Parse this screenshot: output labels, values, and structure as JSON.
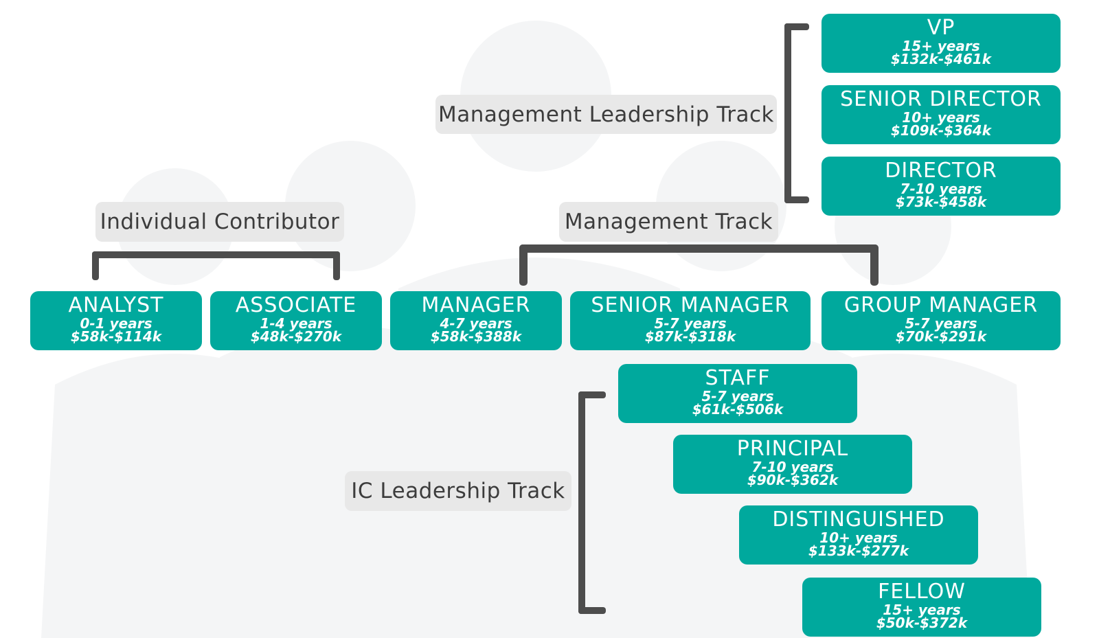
{
  "labels": {
    "management_leadership": "Management  Leadership Track",
    "individual_contributor": "Individual Contributor",
    "management_track": "Management Track",
    "ic_leadership": "IC Leadership Track"
  },
  "roles": {
    "vp": {
      "title": "VP",
      "years": "15+ years",
      "pay": "$132k-$461k"
    },
    "senior_director": {
      "title": "SENIOR DIRECTOR",
      "years": "10+ years",
      "pay": "$109k-$364k"
    },
    "director": {
      "title": "DIRECTOR",
      "years": "7-10 years",
      "pay": "$73k-$458k"
    },
    "analyst": {
      "title": "ANALYST",
      "years": "0-1 years",
      "pay": "$58k-$114k"
    },
    "associate": {
      "title": "ASSOCIATE",
      "years": "1-4 years",
      "pay": "$48k-$270k"
    },
    "manager": {
      "title": "MANAGER",
      "years": "4-7 years",
      "pay": "$58k-$388k"
    },
    "senior_manager": {
      "title": "SENIOR MANAGER",
      "years": "5-7 years",
      "pay": "$87k-$318k"
    },
    "group_manager": {
      "title": "GROUP MANAGER",
      "years": "5-7 years",
      "pay": "$70k-$291k"
    },
    "staff": {
      "title": "STAFF",
      "years": "5-7 years",
      "pay": "$61k-$506k"
    },
    "principal": {
      "title": "PRINCIPAL",
      "years": "7-10 years",
      "pay": "$90k-$362k"
    },
    "distinguished": {
      "title": "DISTINGUISHED",
      "years": "10+ years",
      "pay": "$133k-$277k"
    },
    "fellow": {
      "title": "FELLOW",
      "years": "15+ years",
      "pay": "$50k-$372k"
    }
  },
  "colors": {
    "card": "#00a99d",
    "label_bg": "#e8e8e8",
    "bracket": "#4d4d4d"
  }
}
